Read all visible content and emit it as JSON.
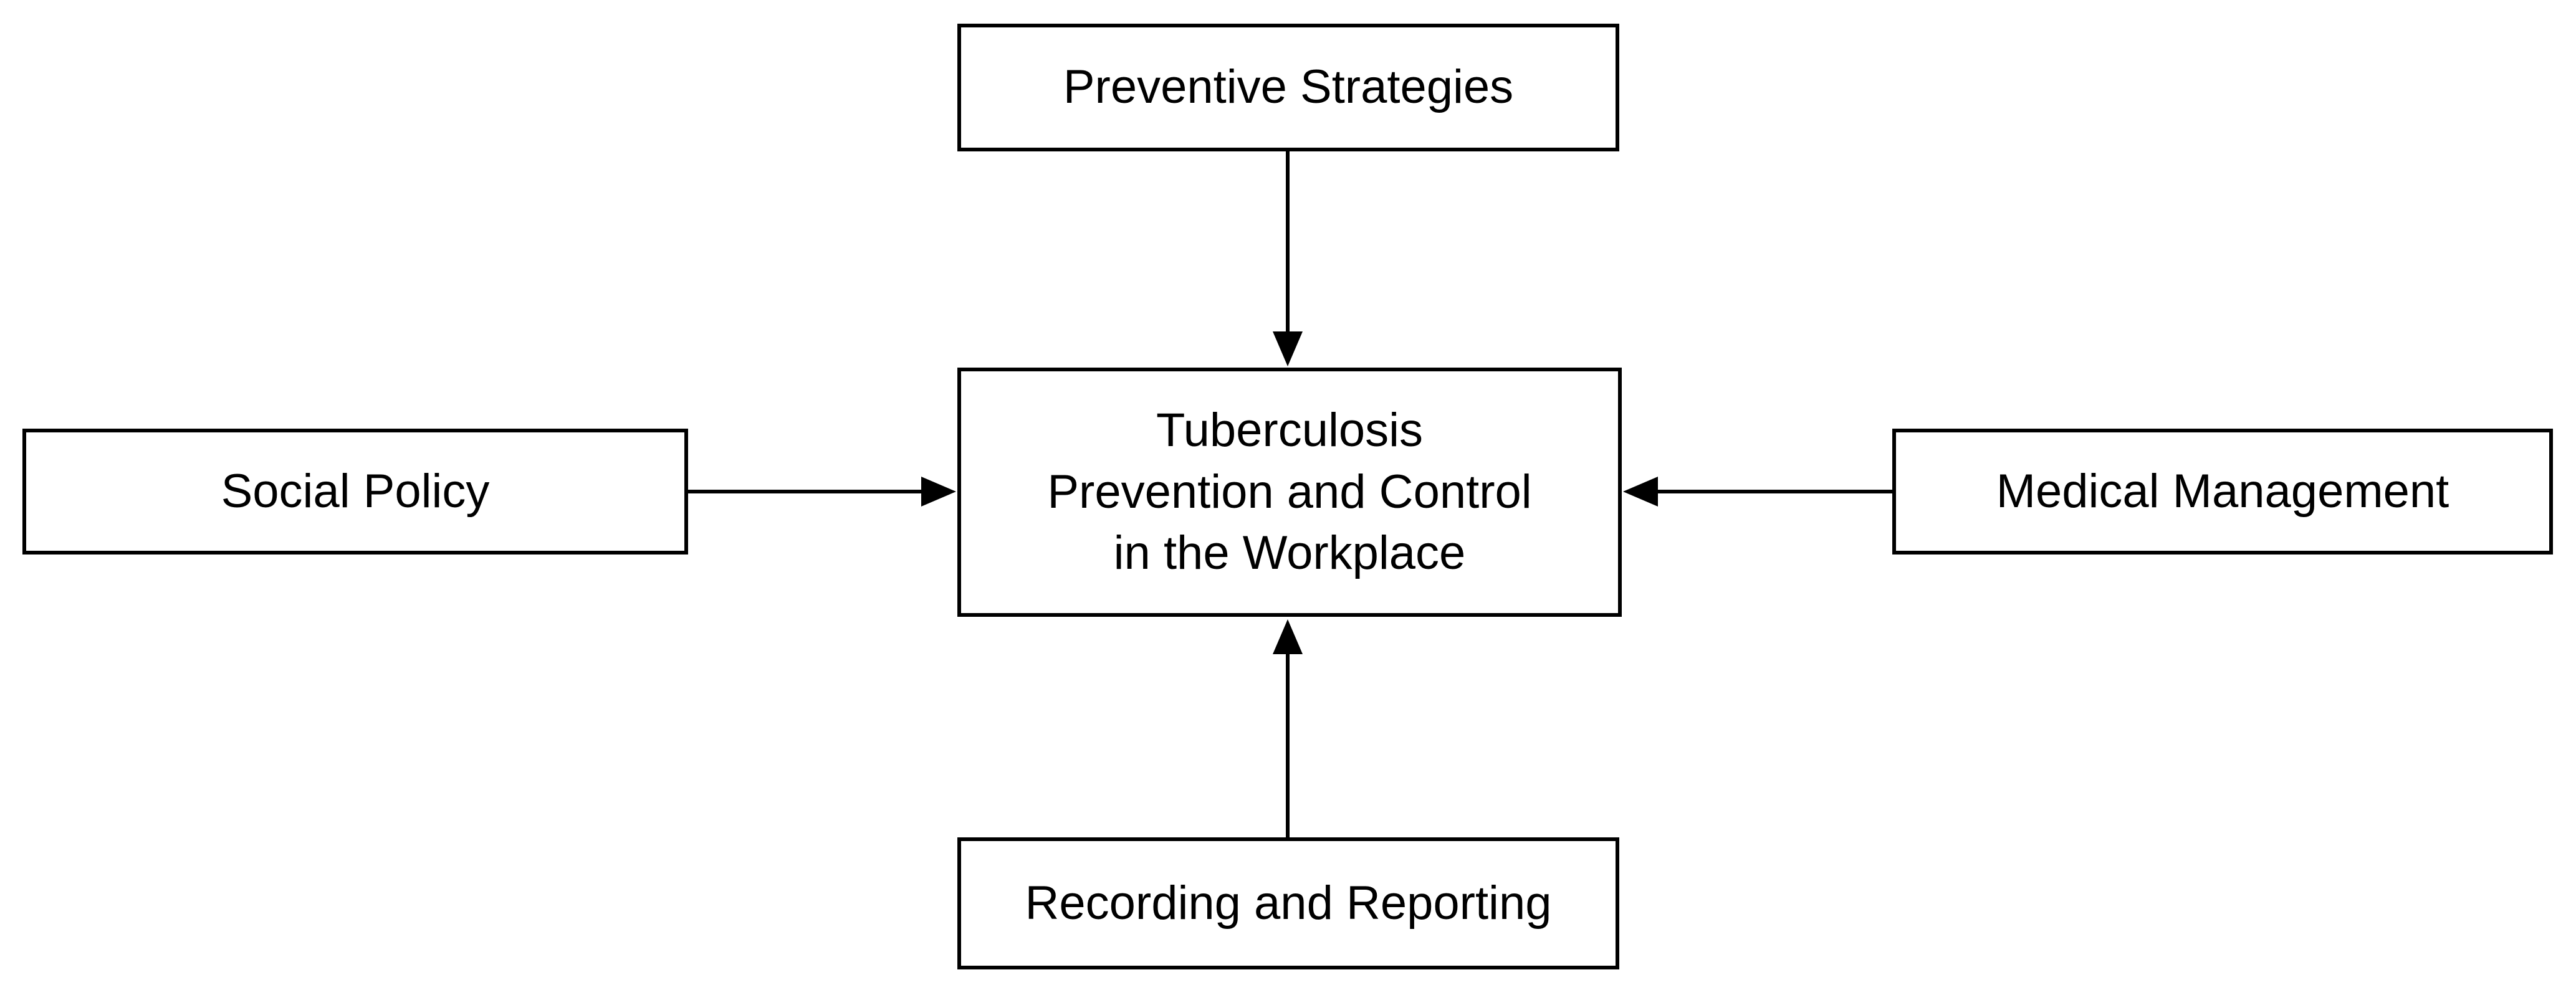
{
  "diagram": {
    "title": "Tuberculosis workplace prevention and control diagram",
    "nodes": {
      "top": {
        "label": "Preventive Strategies"
      },
      "left": {
        "label": "Social Policy"
      },
      "center": {
        "label": "Tuberculosis\nPrevention and Control\nin the Workplace"
      },
      "right": {
        "label": "Medical Management"
      },
      "bottom": {
        "label": "Recording and Reporting"
      }
    },
    "edges": [
      {
        "from": "Preventive Strategies",
        "to": "Tuberculosis Prevention and Control in the Workplace",
        "arrow_direction": "down"
      },
      {
        "from": "Social Policy",
        "to": "Tuberculosis Prevention and Control in the Workplace",
        "arrow_direction": "right"
      },
      {
        "from": "Medical Management",
        "to": "Tuberculosis Prevention and Control in the Workplace",
        "arrow_direction": "left"
      },
      {
        "from": "Recording and Reporting",
        "to": "Tuberculosis Prevention and Control in the Workplace",
        "arrow_direction": "up"
      }
    ],
    "colors": {
      "background": "#ffffff",
      "box_fill": "#ffffff",
      "box_border": "#000000",
      "text": "#000000",
      "arrow": "#000000"
    }
  }
}
